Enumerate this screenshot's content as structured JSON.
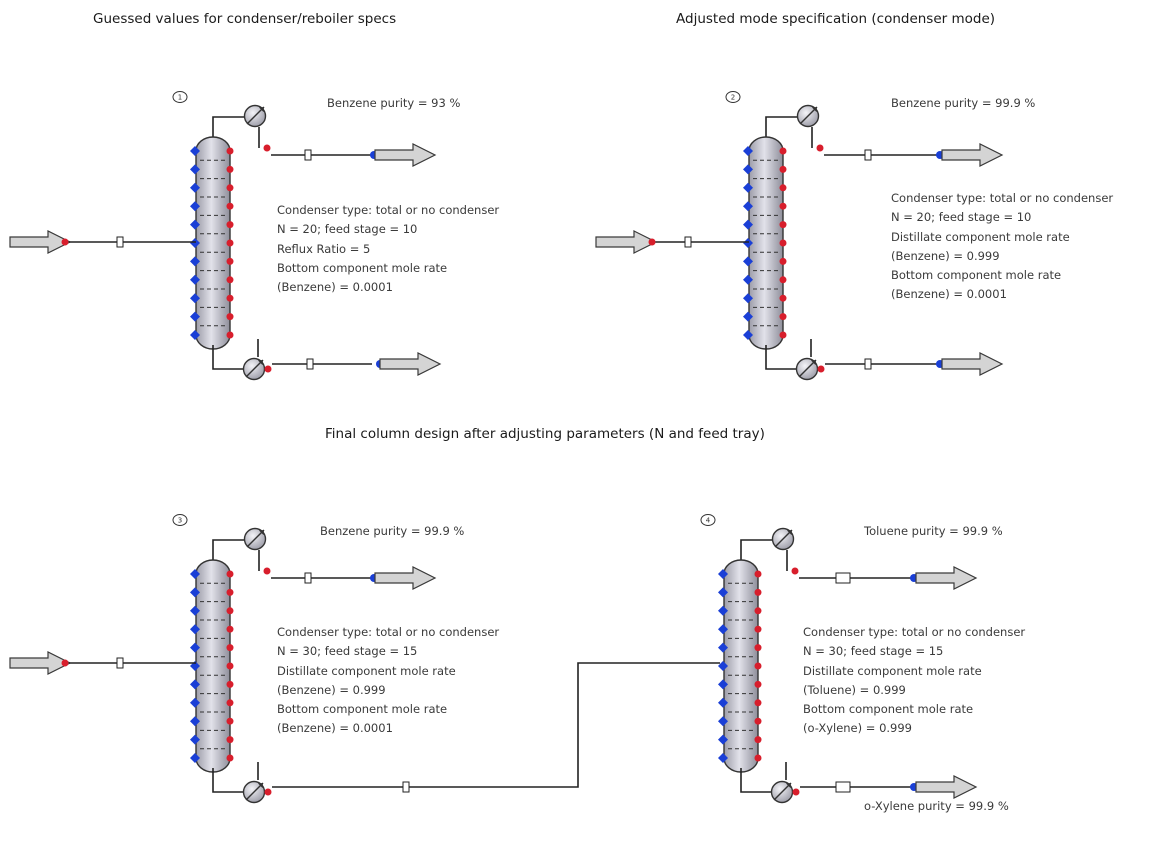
{
  "headings": {
    "top_left": "Guessed values for condenser/reboiler specs",
    "top_right": "Adjusted mode specification (condenser mode)",
    "middle": "Final column design after adjusting parameters (N and feed tray)"
  },
  "columns": [
    {
      "id_label": "1",
      "purity_top": "Benzene purity = 93 %",
      "specs": [
        "Condenser type: total or no condenser",
        "N = 20; feed stage = 10",
        "Reflux Ratio = 5",
        "Bottom component mole rate",
        "(Benzene) = 0.0001"
      ]
    },
    {
      "id_label": "2",
      "purity_top": "Benzene purity = 99.9 %",
      "specs": [
        "Condenser type: total or no condenser",
        "N = 20; feed stage = 10",
        "Distillate component mole rate",
        "(Benzene) = 0.999",
        "Bottom component mole rate",
        "(Benzene) = 0.0001"
      ]
    },
    {
      "id_label": "3",
      "purity_top": "Benzene purity = 99.9 %",
      "specs": [
        "Condenser type: total or no condenser",
        "N = 30; feed stage = 15",
        "Distillate component mole rate",
        "(Benzene) = 0.999",
        "Bottom component mole rate",
        "(Benzene) = 0.0001"
      ]
    },
    {
      "id_label": "4",
      "purity_top": "Toluene purity = 99.9 %",
      "specs": [
        "Condenser type: total or no condenser",
        "N = 30; feed stage = 15",
        "Distillate component mole rate",
        "(Toluene) = 0.999",
        "Bottom component mole rate",
        "(o-Xylene) = 0.999"
      ],
      "purity_bottom": "o-Xylene purity = 99.9 %"
    }
  ],
  "colors": {
    "column_fill": "#c9c9d2",
    "port_in": "#1a3fd6",
    "port_out": "#d81e2c",
    "line": "#222222",
    "arrow_fill": "#d4d4d4"
  }
}
